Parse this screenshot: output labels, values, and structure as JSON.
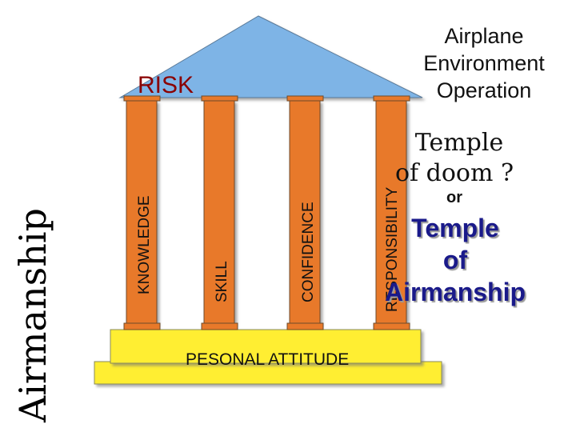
{
  "labels": {
    "roof": "RISK",
    "base": "PESONAL ATTITUDE",
    "side": "Airmanship"
  },
  "pillars": [
    {
      "label": "KNOWLEDGE"
    },
    {
      "label": "SKILL"
    },
    {
      "label": "CONFIDENCE"
    },
    {
      "label": "RESPONSIBILITY"
    }
  ],
  "factors": [
    "Airplane",
    "Environment",
    "Operation"
  ],
  "question": {
    "line1": "Temple",
    "line2": "of doom ?",
    "connector": "or",
    "alt_line1": "Temple",
    "alt_line2": "of",
    "alt_line3": "Airmanship"
  },
  "colors": {
    "roof": "#7eb4e6",
    "pillar": "#e8792a",
    "base": "#ffee33"
  }
}
